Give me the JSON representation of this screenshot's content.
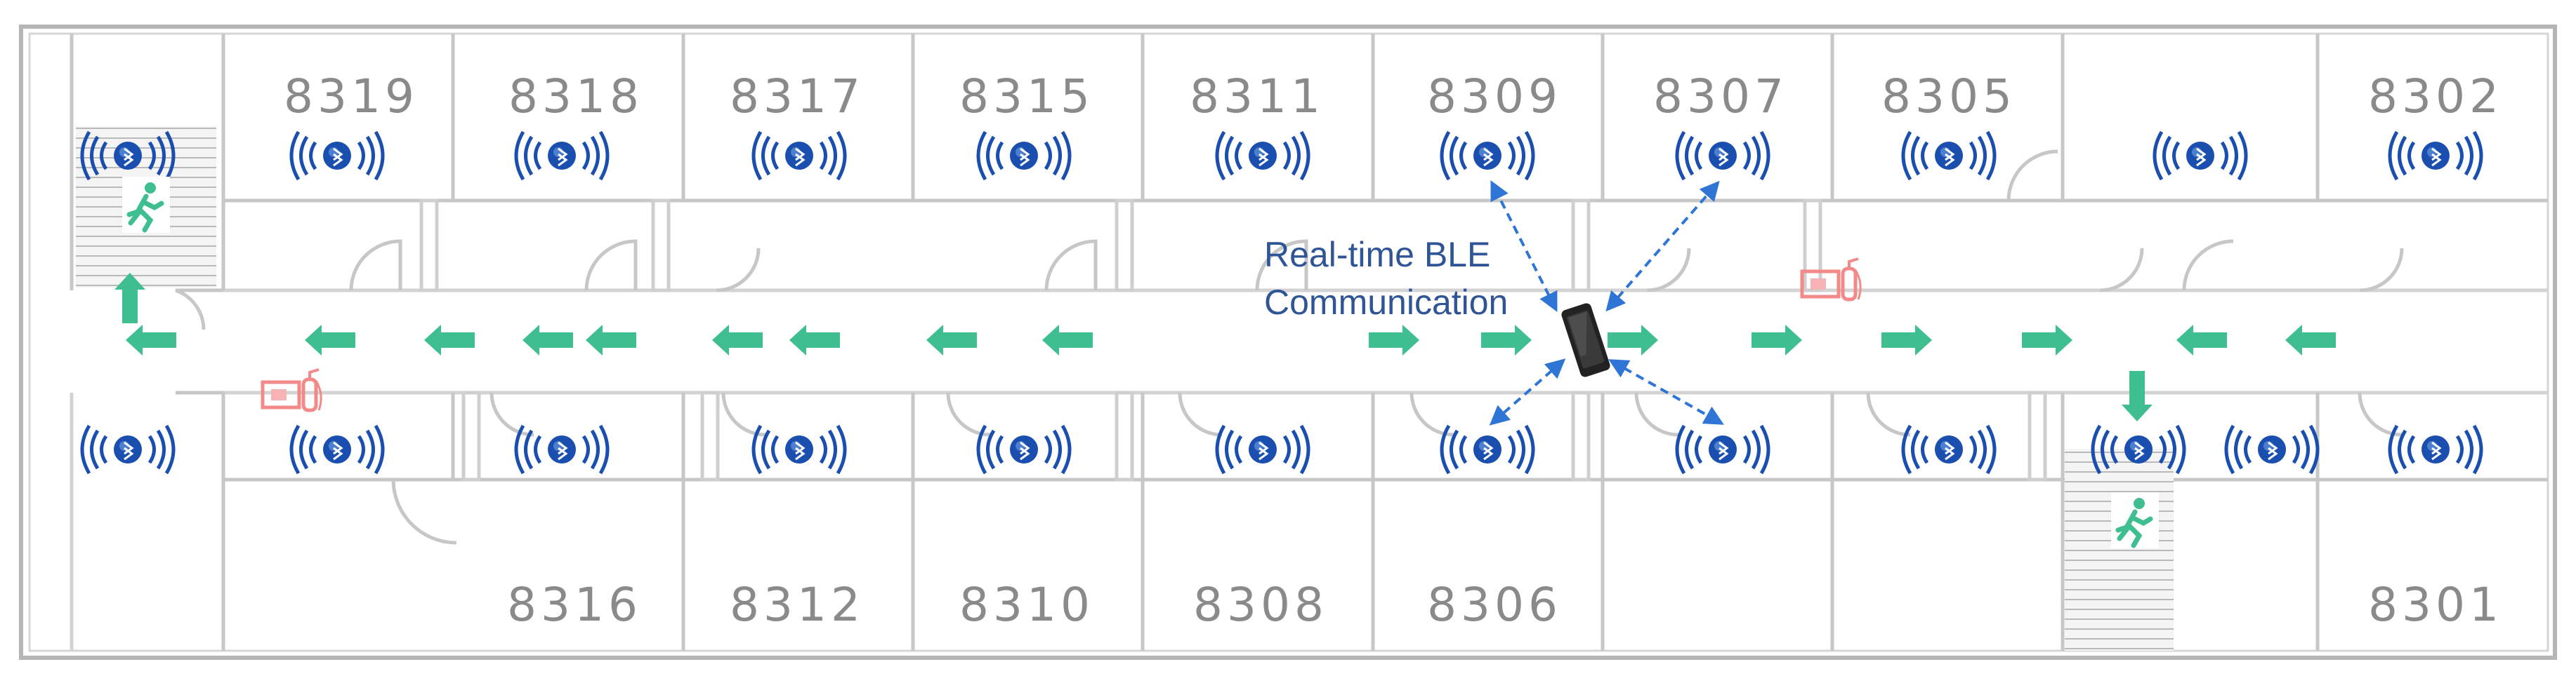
{
  "rooms_top": [
    "8319",
    "8318",
    "8317",
    "8315",
    "8311",
    "8309",
    "8307",
    "8305",
    "8302"
  ],
  "rooms_bottom": [
    "8316",
    "8312",
    "8310",
    "8308",
    "8306",
    "8301"
  ],
  "caption": {
    "line1": "Real-time BLE",
    "line2": "Communication"
  },
  "icons": {
    "beacon": "bluetooth-beacon-icon",
    "exit": "emergency-exit-icon",
    "extinguisher": "fire-extinguisher-icon",
    "phone": "smartphone-icon",
    "arrow": "evacuation-arrow-icon"
  },
  "colors": {
    "wall": "#c7c7c7",
    "wall_dark": "#a9a9a9",
    "arrow": "#3fbf8f",
    "beacon": "#1a4fb0",
    "link": "#2e75d6",
    "caption": "#2f5597",
    "room_number": "#8a8a8a",
    "extinguisher": "#f28a8a"
  }
}
